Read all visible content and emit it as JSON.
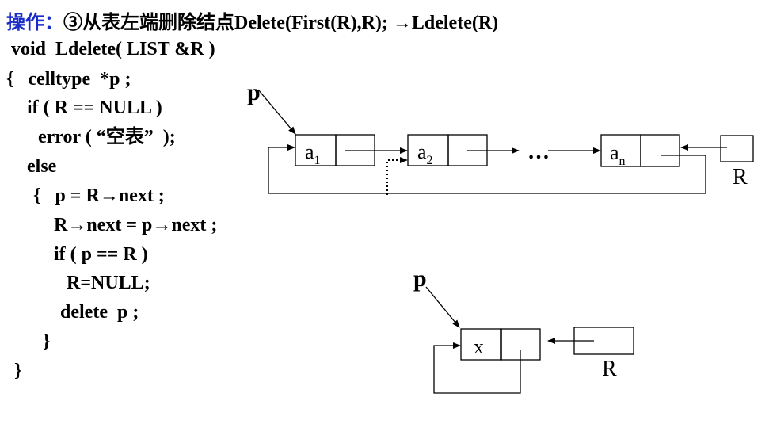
{
  "title": {
    "label": "操作：",
    "text": "③从表左端删除结点Delete(First(R),R); →Ldelete(R)"
  },
  "code": [
    "void  Ldelete( LIST &R )",
    "{   celltype  *p ;",
    "if ( R == NULL )",
    "error ( “空表”  );",
    "else",
    "{   p = R→next ;",
    "R→next = p→next ;",
    "if ( p == R )",
    "R=NULL;",
    "delete  p ;",
    "}",
    "}"
  ],
  "diagram1": {
    "pointer_label": "p",
    "nodes": [
      {
        "data": "a",
        "sub": "1"
      },
      {
        "data": "a",
        "sub": "2"
      },
      {
        "data": "a",
        "sub": "n"
      }
    ],
    "ellipsis": "…",
    "r_label": "R"
  },
  "diagram2": {
    "pointer_label": "p",
    "node_data": "x",
    "r_label": "R"
  }
}
